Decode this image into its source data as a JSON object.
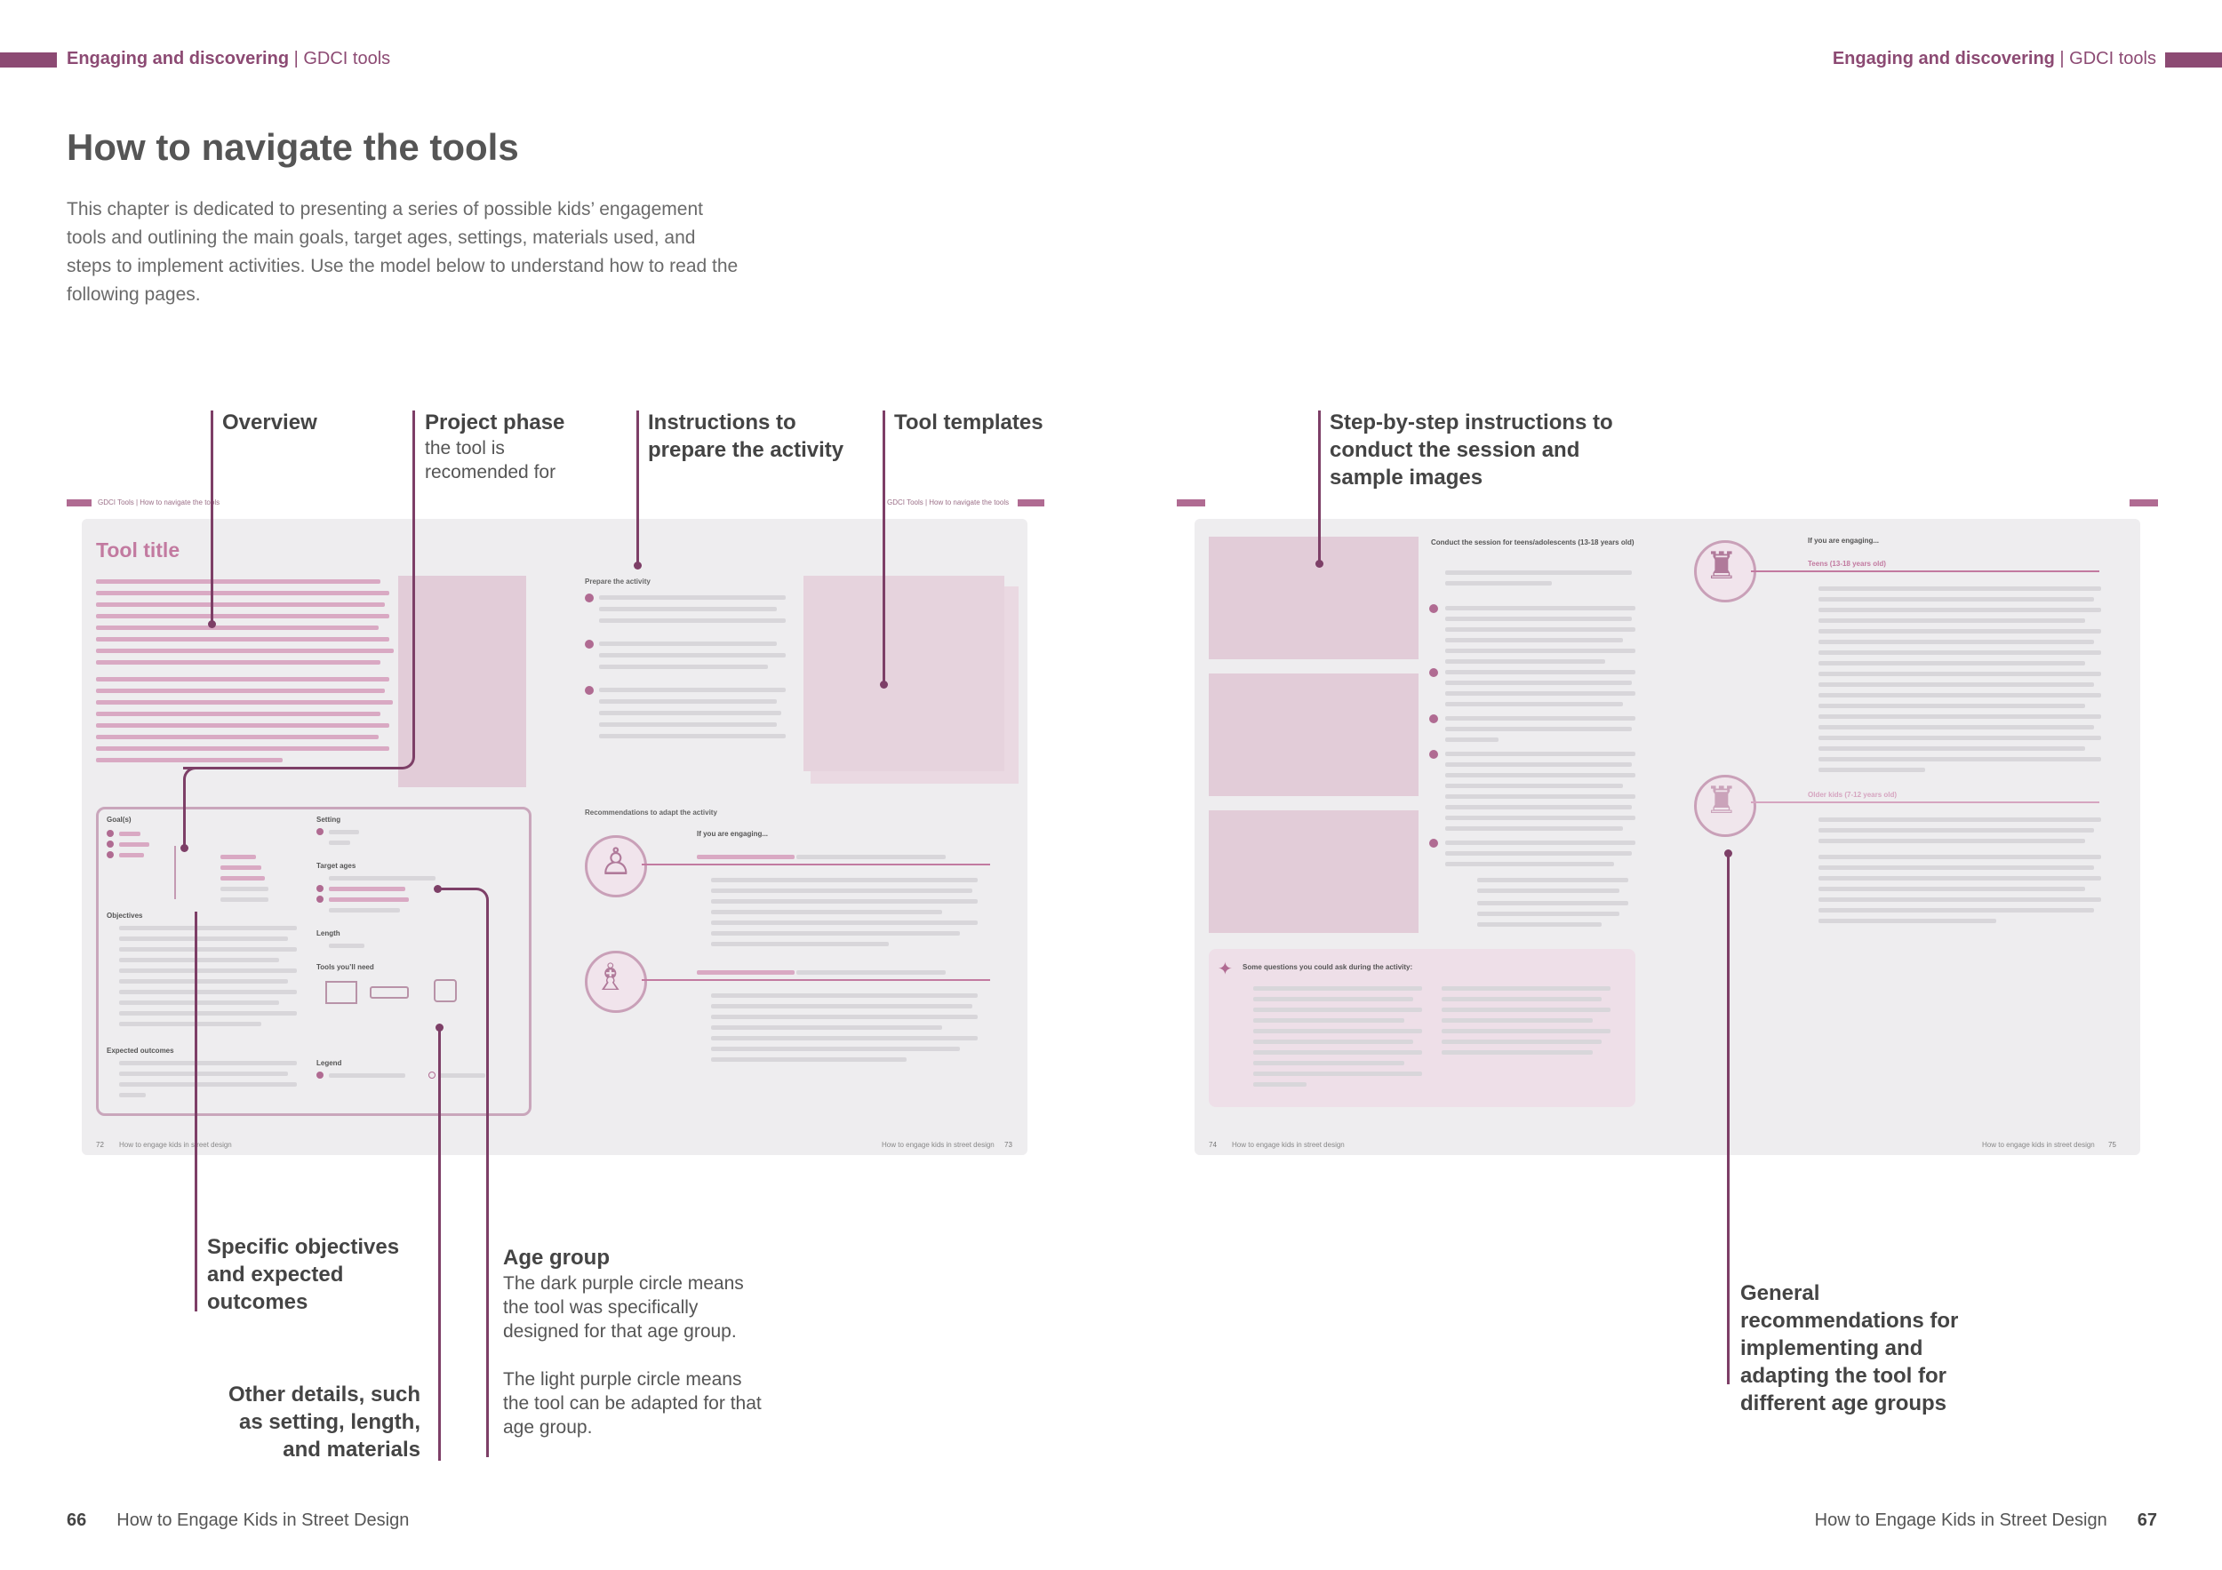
{
  "header": {
    "left_strong": "Engaging and discovering",
    "left_rest": " | GDCI tools",
    "right_strong": "Engaging and discovering",
    "right_rest": " | GDCI tools"
  },
  "page_title": "How to navigate the tools",
  "intro": "This chapter is dedicated to presenting a series of possible kids’ engagement tools and outlining the main goals, target ages, settings, materials used, and steps to implement activities. Use the model below to understand how to read the following pages.",
  "callouts": {
    "overview": "Overview",
    "project_phase": "Project phase",
    "project_phase_sub": "the tool is recomended for",
    "instructions_prepare": "Instructions to prepare the activity",
    "tool_templates": "Tool templates",
    "step_by_step": "Step-by-step instructions to conduct the session and sample images",
    "specific_objectives": "Specific objectives and expected outcomes",
    "age_group": "Age group",
    "age_group_dark": "The dark purple circle means the tool was specifically designed for that age group.",
    "age_group_light": "The light purple circle means the tool can be adapted for that age group.",
    "other_details": "Other details, such as setting, length, and materials",
    "general_recs": "General recommendations for implementing and adapting the tool for different age groups"
  },
  "mock_spread": {
    "left_header": "GDCI Tools | How to navigate the tools",
    "right_header": "GDCI Tools | How to navigate the tools",
    "tool_title": "Tool title",
    "prepare_heading": "Prepare the activity",
    "recs_heading": "Recommendations to adapt the activity",
    "engaging": "If you are engaging...",
    "goals": "Goal(s)",
    "setting": "Setting",
    "target_ages": "Target ages",
    "length": "Length",
    "tools_needed": "Tools you’ll need",
    "objectives": "Objectives",
    "expected_outcomes": "Expected outcomes",
    "legend": "Legend",
    "conduct_heading": "Conduct the session for teens/adolescents (13-18 years old)",
    "questions_heading": "Some questions you could ask during the activity:",
    "engaging_right": "If you are engaging...",
    "teens": "Teens (13-18 years old)",
    "older_kids": "Older kids (7-12 years old)",
    "foot_left_pg": "72",
    "foot_left_txt": "How to engage kids in street design",
    "foot_mid_txt": "How to engage kids in street design",
    "foot_mid_pg": "73",
    "foot_r_pg": "74",
    "foot_r_txt": "How to engage kids in street design",
    "foot_r2_txt": "How to engage kids in street design",
    "foot_r2_pg": "75"
  },
  "footer": {
    "left_page": "66",
    "left_text": "How to Engage Kids in Street Design",
    "right_text": "How to Engage Kids in Street Design",
    "right_page": "67"
  },
  "colors": {
    "accent": "#8c4a73",
    "line": "#7d3f67",
    "spread_bg": "#eeedef",
    "placeholder": "#e2ccd8"
  },
  "icons": [
    "person-figures-icon",
    "family-figures-icon",
    "group-figures-icon",
    "lightbulb-icon"
  ]
}
